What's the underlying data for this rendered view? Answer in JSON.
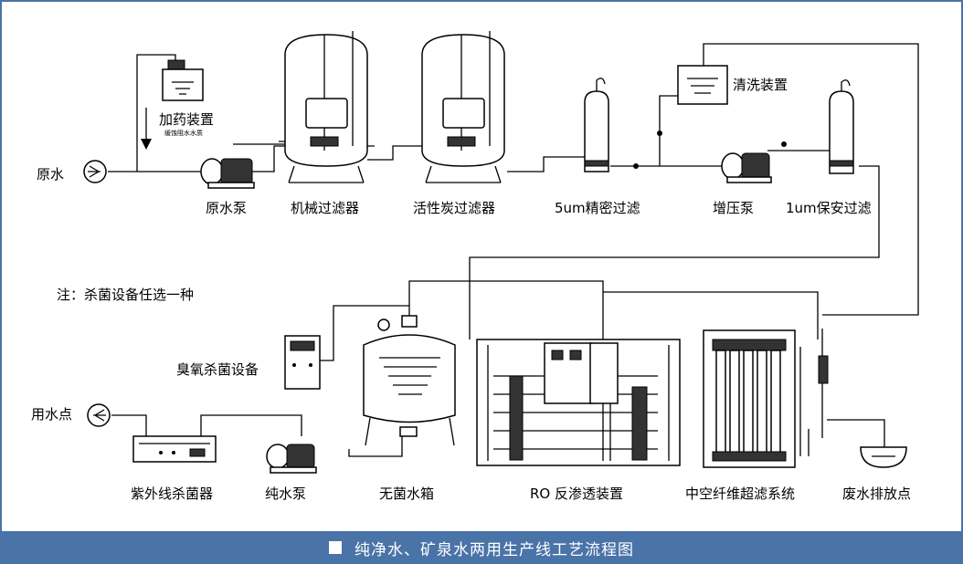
{
  "diagram": {
    "labels": {
      "raw_water": "原水",
      "dosing": "加药装置",
      "dosing_sub": "缓蚀阻水水质",
      "raw_pump": "原水泵",
      "mech_filter": "机械过滤器",
      "carbon_filter": "活性炭过滤器",
      "precision_filter": "5um精密过滤",
      "cleaning": "清洗装置",
      "booster_pump": "增压泵",
      "safety_filter": "1um保安过滤",
      "note": "注：杀菌设备任选一种",
      "ozone": "臭氧杀菌设备",
      "use_point": "用水点",
      "uv": "紫外线杀菌器",
      "pure_pump": "纯水泵",
      "tank": "无菌水箱",
      "ro": "RO 反渗透装置",
      "uf": "中空纤维超滤系统",
      "drain": "废水排放点"
    }
  },
  "footer": {
    "title": "纯净水、矿泉水两用生产线工艺流程图"
  }
}
